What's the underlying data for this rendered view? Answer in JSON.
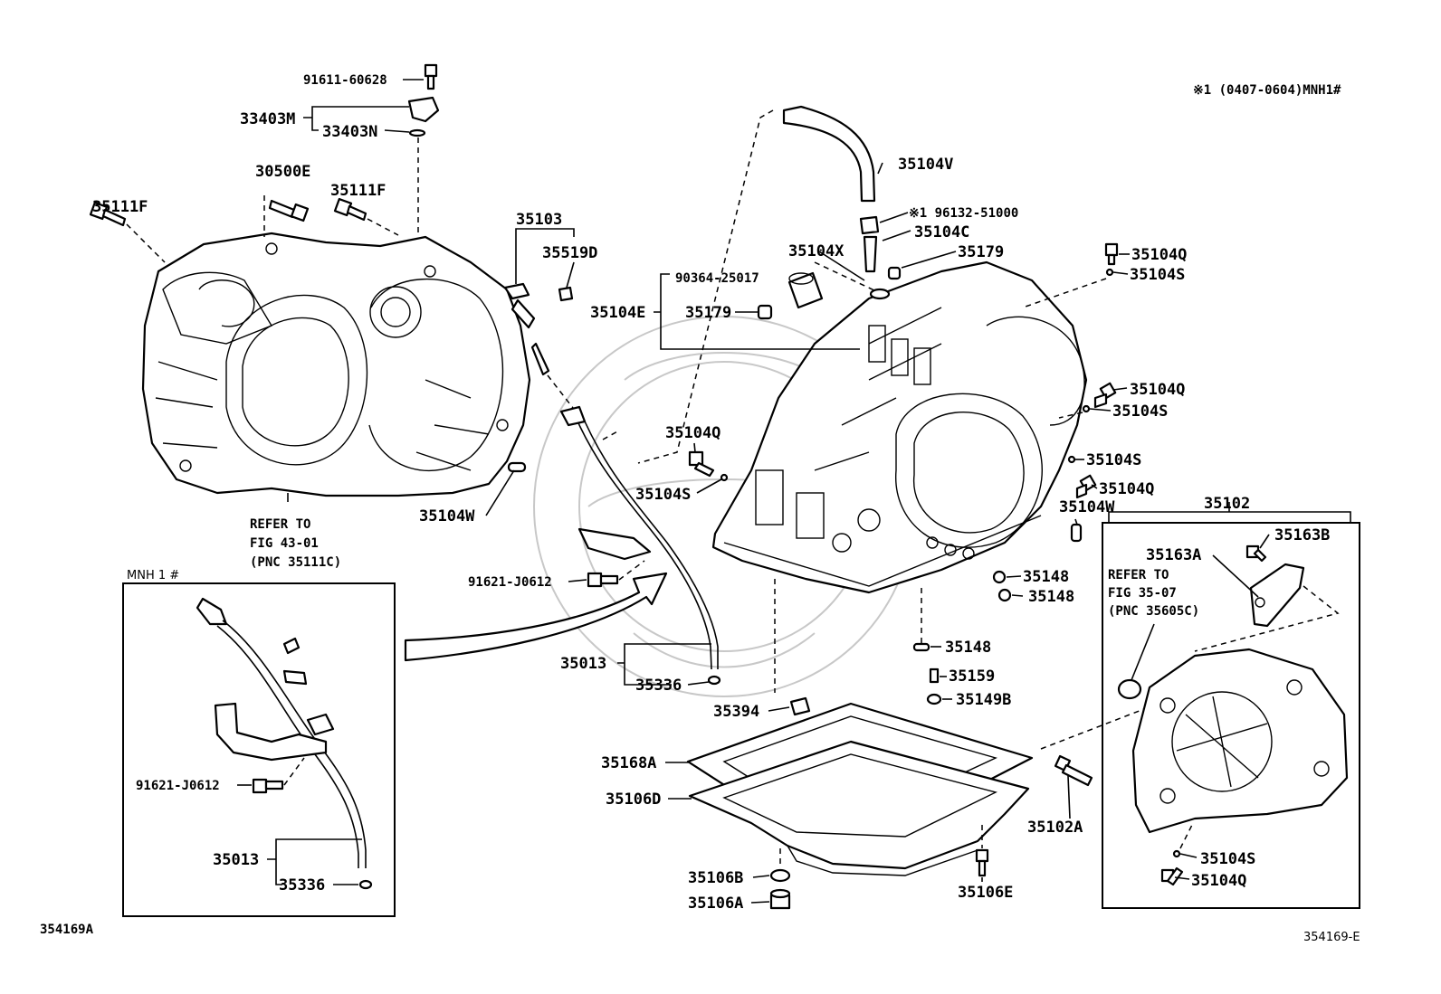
{
  "note": "※1  (0407-0604)MNH1#",
  "diagram_id_left": "354169A",
  "diagram_id_right": "354169-E",
  "inset_title": "MNH 1 #",
  "refer_left": [
    "REFER TO",
    "FIG 43-01",
    "(PNC 35111C)"
  ],
  "refer_right": [
    "REFER TO",
    "FIG 35-07",
    "(PNC 35605C)"
  ],
  "labels": {
    "p91611": "91611-60628",
    "p33403M": "33403M",
    "p33403N": "33403N",
    "p30500E": "30500E",
    "p35111F_a": "35111F",
    "p35111F_b": "35111F",
    "p35103": "35103",
    "p35519D": "35519D",
    "p35104E": "35104E",
    "p90364": "90364-25017",
    "p35179_a": "35179",
    "p35179_b": "35179",
    "p35104X": "35104X",
    "p35104C": "35104C",
    "p96132": "※1 96132-51000",
    "p35104V": "35104V",
    "p35104Q_a": "35104Q",
    "p35104S_a": "35104S",
    "p35104Q_b": "35104Q",
    "p35104S_b": "35104S",
    "p35104S_c": "35104S",
    "p35104Q_c": "35104Q",
    "p35104W_r": "35104W",
    "p35104Q_d": "35104Q",
    "p35104S_d": "35104S",
    "p35104W_l": "35104W",
    "p91621_a": "91621-J0612",
    "p35013_a": "35013",
    "p35336_a": "35336",
    "p35394": "35394",
    "p35148_a": "35148",
    "p35148_b": "35148",
    "p35148_c": "35148",
    "p35159": "35159",
    "p35149B": "35149B",
    "p35168A": "35168A",
    "p35106D": "35106D",
    "p35106B": "35106B",
    "p35106A": "35106A",
    "p35106E": "35106E",
    "p35102A": "35102A",
    "p35102": "35102",
    "p35163A": "35163A",
    "p35163B": "35163B",
    "p35104S_e": "35104S",
    "p35104Q_e": "35104Q",
    "p91621_b": "91621-J0612",
    "p35013_b": "35013",
    "p35336_b": "35336"
  }
}
